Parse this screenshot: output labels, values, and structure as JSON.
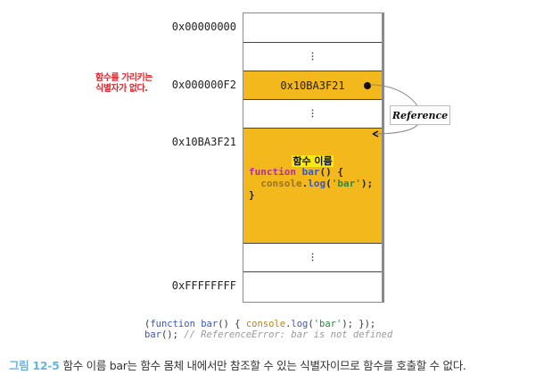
{
  "diagram": {
    "addresses": {
      "start": "0x00000000",
      "variable": "0x000000F2",
      "function": "0x10BA3F21",
      "end": "0xFFFFFFFF"
    },
    "annotation": {
      "line1": "함수를 가리키는",
      "line2": "식별자가 없다."
    },
    "memory_cells": {
      "ellipsis": "⋮",
      "variable_value": "0x10BA3F21"
    },
    "function_object": {
      "label": "함수 이름",
      "code": {
        "keyword": "function",
        "name": "bar",
        "parens_brace": "() {",
        "indent": "  ",
        "object": "console",
        "dot": ".",
        "method": "log",
        "open": "(",
        "string": "'bar'",
        "close": ");",
        "closing_brace": "}"
      }
    },
    "reference_label": "Reference"
  },
  "code_example": {
    "line1": {
      "open": "(",
      "keyword": "function",
      "name": " bar",
      "rest1": "() { ",
      "object": "console",
      "dot": ".",
      "method": "log",
      "paren_open": "(",
      "string": "'bar'",
      "rest2": "); });"
    },
    "line2": {
      "call": "bar",
      "rest": "(); ",
      "comment": "// ReferenceError: bar is not defined"
    }
  },
  "caption": {
    "figure_label": "그림 12-5",
    "text": "함수 이름 bar는 함수 몸체 내에서만 참조할 수 있는 식별자이므로 함수를 호출할 수 없다."
  },
  "colors": {
    "memory_highlight": "#f2b81c",
    "annotation_red": "#e0282e",
    "figure_label_blue": "#6ab4dc",
    "name_highlight": "#f8e818"
  }
}
